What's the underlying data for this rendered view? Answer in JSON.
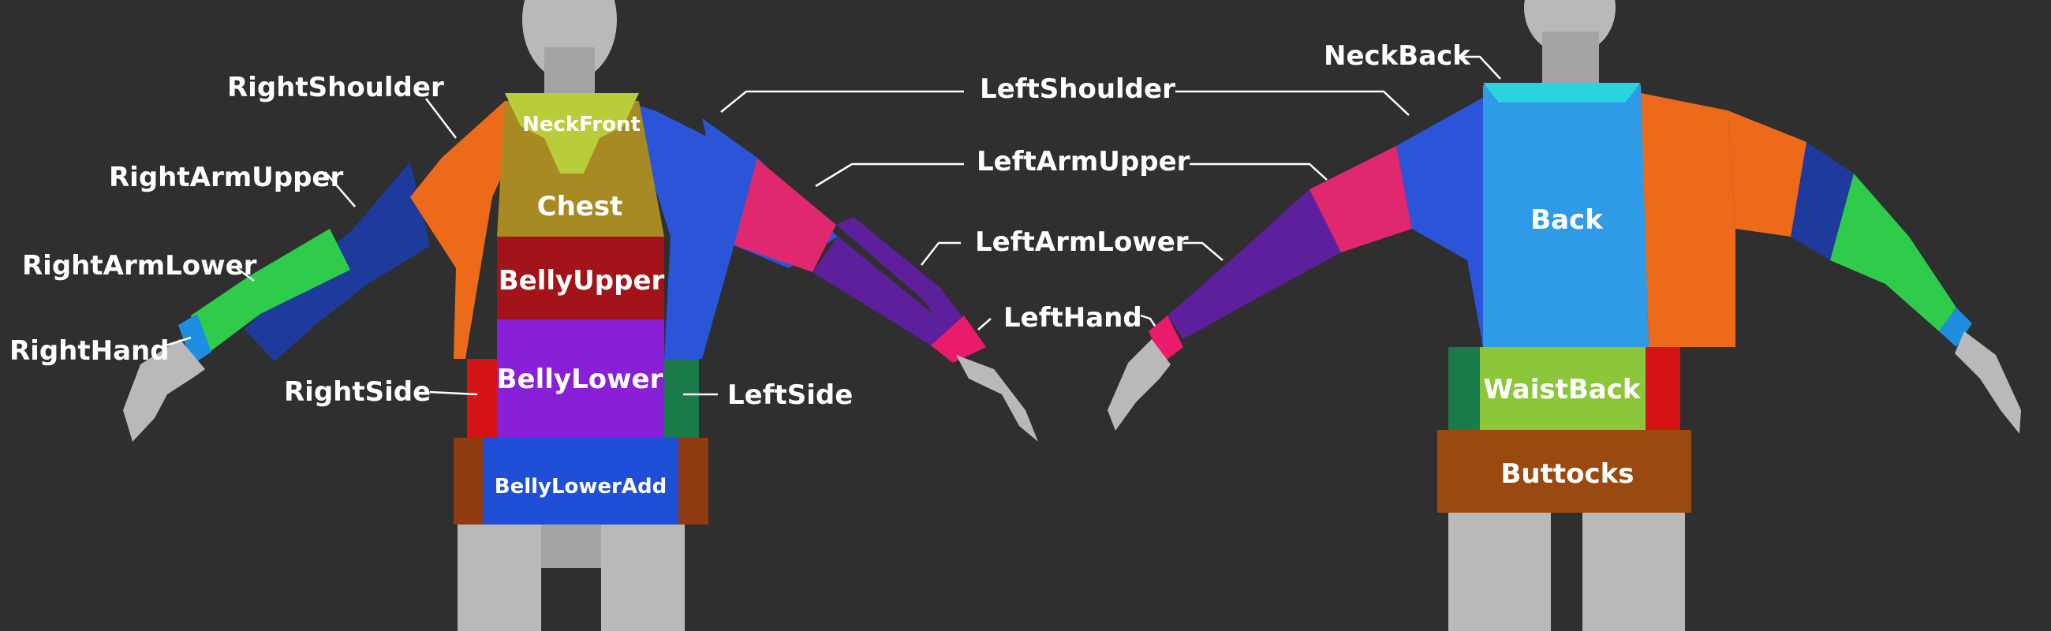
{
  "front": {
    "zones": {
      "neck_front": "NeckFront",
      "chest": "Chest",
      "belly_upper": "BellyUpper",
      "belly_lower": "BellyLower",
      "belly_lower_add": "BellyLowerAdd"
    },
    "callouts": {
      "right_shoulder": "RightShoulder",
      "right_arm_upper": "RightArmUpper",
      "right_arm_lower": "RightArmLower",
      "right_hand": "RightHand",
      "right_side": "RightSide",
      "left_side": "LeftSide",
      "left_shoulder": "LeftShoulder",
      "left_arm_upper": "LeftArmUpper",
      "left_arm_lower": "LeftArmLower",
      "left_hand": "LeftHand"
    }
  },
  "back": {
    "zones": {
      "back": "Back",
      "waist_back": "WaistBack",
      "buttocks": "Buttocks"
    },
    "callouts": {
      "neck_back": "NeckBack"
    }
  },
  "colors": {
    "background": "#2f2f2f",
    "skin": "#b9b9b9",
    "neck_front": "#b9cc3a",
    "neck_back": "#2bd3de",
    "chest": "#a88a22",
    "belly_upper": "#a3141a",
    "belly_lower": "#8a1fd8",
    "belly_lower_add": "#1f4fd6",
    "back": "#2f9be6",
    "waist_back": "#8cc63a",
    "buttocks": "#9a4a10",
    "side_right": "#d41414",
    "side_left": "#197a4a",
    "hem_side": "#8f3a10",
    "shoulder_orange": "#ec6a1a",
    "shoulder_blue": "#2a55d9",
    "arm_upper_navy": "#1e3a9c",
    "arm_upper_pink": "#e0286e",
    "arm_lower_green": "#2ecc4a",
    "arm_lower_purple": "#5d1f9c",
    "hand_cuff_blue": "#1f8ee0",
    "hand_cuff_pink": "#e81c6a"
  }
}
